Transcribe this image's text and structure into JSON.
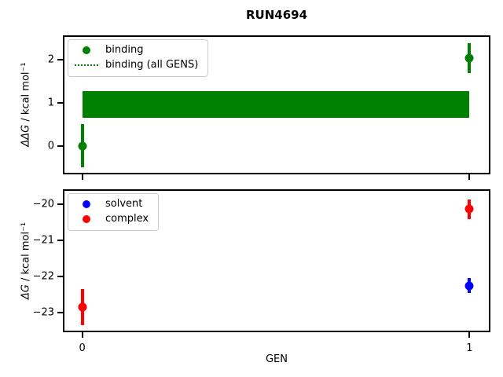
{
  "figure": {
    "title": "RUN4694",
    "xlabel": "GEN",
    "background": "#ffffff",
    "spine_color": "#000000"
  },
  "colors": {
    "binding": "#008000",
    "solvent": "#0000ff",
    "complex": "#ff0000"
  },
  "chart_data": [
    {
      "name": "ddg-vs-gen",
      "type": "scatter",
      "subtype": "errorbar-with-band",
      "ylabel_math": "ΔΔG",
      "ylabel_rest": " / kcal mol⁻¹",
      "xlim": [
        -0.046,
        1.05
      ],
      "ylim": [
        -0.63,
        2.54
      ],
      "grid": false,
      "yticks": [
        {
          "v": 0,
          "label": "0"
        },
        {
          "v": 1,
          "label": "1"
        },
        {
          "v": 2,
          "label": "2"
        }
      ],
      "xticks": [
        {
          "v": 0,
          "label": "0"
        },
        {
          "v": 1,
          "label": "1"
        }
      ],
      "xtick_labels_visible": false,
      "band": {
        "label": "binding (all GENS)",
        "x0": 0,
        "x1": 1,
        "y0": 0.65,
        "y1": 1.27,
        "color": "#008000"
      },
      "series": [
        {
          "name": "binding",
          "color": "#008000",
          "points": [
            {
              "x": 0,
              "y": 0.0,
              "err": 0.5
            },
            {
              "x": 1,
              "y": 2.05,
              "err": 0.35
            }
          ]
        }
      ],
      "legend_position": "upper-left",
      "legend": [
        {
          "label": "binding",
          "marker": "dot",
          "color": "#008000"
        },
        {
          "label": "binding (all GENS)",
          "marker": "dotted-line",
          "color": "#008000"
        }
      ]
    },
    {
      "name": "dg-vs-gen",
      "type": "scatter",
      "subtype": "errorbar",
      "ylabel_math": "ΔG",
      "ylabel_rest": " / kcal mol⁻¹",
      "xlim": [
        -0.046,
        1.05
      ],
      "ylim": [
        -23.51,
        -19.64
      ],
      "grid": false,
      "yticks": [
        {
          "v": -20,
          "label": "−20"
        },
        {
          "v": -21,
          "label": "−21"
        },
        {
          "v": -22,
          "label": "−22"
        },
        {
          "v": -23,
          "label": "−23"
        }
      ],
      "xticks": [
        {
          "v": 0,
          "label": "0"
        },
        {
          "v": 1,
          "label": "1"
        }
      ],
      "xtick_labels_visible": true,
      "series": [
        {
          "name": "solvent",
          "color": "#0000ff",
          "points": [
            {
              "x": 0,
              "y": -22.85,
              "err": 0.5
            },
            {
              "x": 1,
              "y": -22.26,
              "err": 0.2
            }
          ]
        },
        {
          "name": "complex",
          "color": "#ff0000",
          "points": [
            {
              "x": 0,
              "y": -22.85,
              "err": 0.5
            },
            {
              "x": 1,
              "y": -20.15,
              "err": 0.27
            }
          ]
        }
      ],
      "legend_position": "upper-left",
      "legend": [
        {
          "label": "solvent",
          "marker": "dot",
          "color": "#0000ff"
        },
        {
          "label": "complex",
          "marker": "dot",
          "color": "#ff0000"
        }
      ]
    }
  ]
}
